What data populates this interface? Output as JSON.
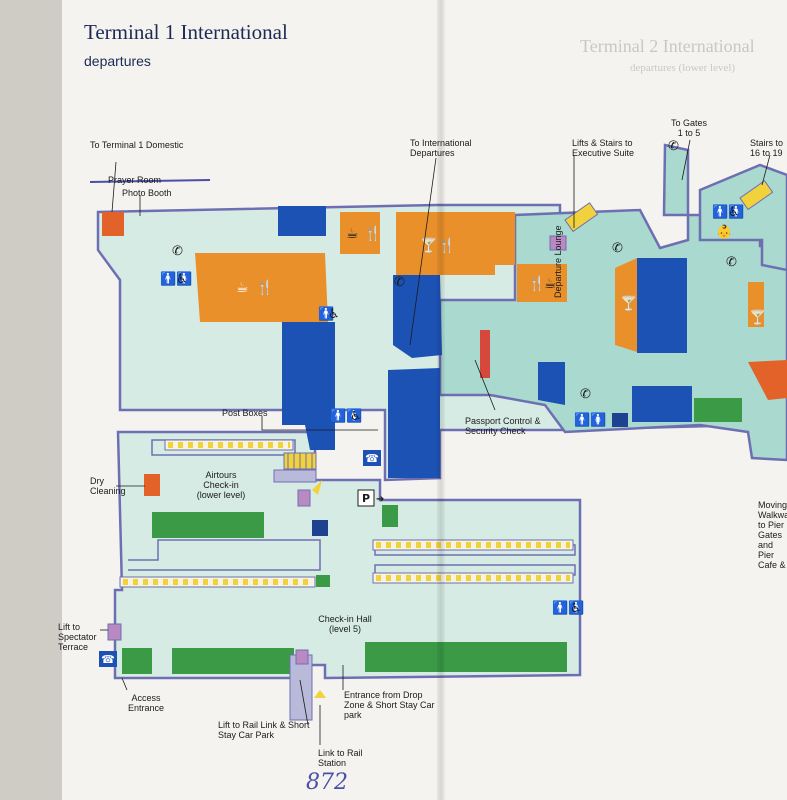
{
  "title": "Terminal 1 International",
  "subtitle": "departures",
  "ghost_title": "Terminal 2 International",
  "ghost_subtitle": "departures (lower level)",
  "handwritten_note": "872",
  "labels": {
    "to_t1_domestic": "To Terminal 1 Domestic",
    "prayer_room": "Prayer Room",
    "photo_booth": "Photo Booth",
    "to_international_departures": "To International Departures",
    "lifts_stairs_exec": "Lifts & Stairs to Executive Suite",
    "to_gates_1_5": "To Gates 1 to 5",
    "stairs_16_19": "Stairs to 16 to 19",
    "departure_lounge": "Departure Lounge",
    "post_boxes": "Post Boxes",
    "passport_control": "Passport Control & Security Check",
    "dry_cleaning": "Dry Cleaning",
    "airtours_checkin": "Airtours Check-in (lower level)",
    "moving_walkway": "Moving Walkway to Pier Gates and Pier Cafe &",
    "lift_spectator": "Lift to Spectator Terrace",
    "checkin_hall": "Check-in Hall (level 5)",
    "access_entrance": "Access Entrance",
    "lift_rail_link": "Lift to Rail Link & Short Stay Car Park",
    "entrance_drop_zone": "Entrance from Drop Zone & Short Stay Car park",
    "link_rail_station": "Link to Rail Station"
  },
  "icons": [
    "telephone-icon",
    "toilets-icon",
    "accessible-icon",
    "cafe-icon",
    "restaurant-icon",
    "bar-icon",
    "baby-change-icon",
    "info-icon",
    "parking-icon",
    "lift-icon",
    "stairs-icon",
    "escalator-icon",
    "atm-icon"
  ],
  "colors": {
    "floor_public": "#d6ebe4",
    "floor_airside": "#a9d9cf",
    "wall": "#6e6fb2",
    "food": "#e9902b",
    "shop": "#1d52b5",
    "checkin_desk": "#3a9a46",
    "belt": "#f2d23c",
    "lift": "#b98ac2",
    "service": "#e3622a",
    "passport": "#d6473c"
  }
}
